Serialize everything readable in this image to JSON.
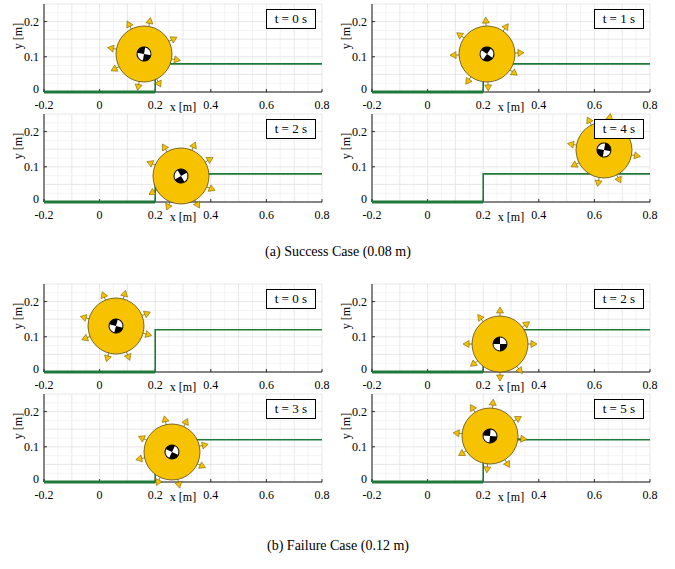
{
  "diagram": {
    "nodes": [
      {
        "text": [
          "t = 0 s"
        ]
      },
      {
        "text": [
          "t = 1 s"
        ]
      },
      {
        "text": [
          "t = 2 s"
        ]
      },
      {
        "text": [
          "t = 4 s"
        ]
      },
      {
        "text": [
          "t = 0 s"
        ]
      },
      {
        "text": [
          "t = 2 s"
        ]
      },
      {
        "text": [
          "t = 3 s"
        ]
      },
      {
        "text": [
          "t = 5 s"
        ]
      }
    ],
    "labels": [
      "0.2",
      "y [m]",
      "0.1",
      "0",
      "-0.2",
      "0",
      "0.2",
      "x [m]",
      "0.4",
      "0.6",
      "0.8",
      "0.2",
      "y [m]",
      "0.1",
      "0",
      "-0.2",
      "0",
      "0.2",
      "x [m]",
      "0.4",
      "0.6",
      "0.8",
      "0.2",
      "y [m]",
      "0.1",
      "0",
      "-0.2",
      "0",
      "0.2",
      "x [m]",
      "0.4",
      "0.6",
      "0.8",
      "0.2",
      "y [m]",
      "0.1",
      "0",
      "-0.2",
      "0",
      "0.2",
      "x [m]",
      "0.4",
      "0.6",
      "0.8",
      "(a) Success Case (0.08 m)",
      "0.2",
      "y [m]",
      "0.1",
      "0",
      "-0.2",
      "0",
      "0.2",
      "x [m]",
      "0.4",
      "0.6",
      "0.8",
      "0.2",
      "y [m]",
      "0.1",
      "0",
      "-0.2",
      "0",
      "0.2",
      "x [m]",
      "0.4",
      "0.6",
      "0.8",
      "0.2",
      "y [m]",
      "0.1",
      "0",
      "-0.2",
      "0",
      "0.2",
      "x [m]",
      "0.4",
      "0.6",
      "0.8",
      "0.2",
      "y [m]",
      "0.1",
      "0",
      "-0.2",
      "0",
      "0.2",
      "x [m]",
      "0.4",
      "0.6",
      "0.8",
      "(b) Failure Case (0.12 m)"
    ]
  }
}
